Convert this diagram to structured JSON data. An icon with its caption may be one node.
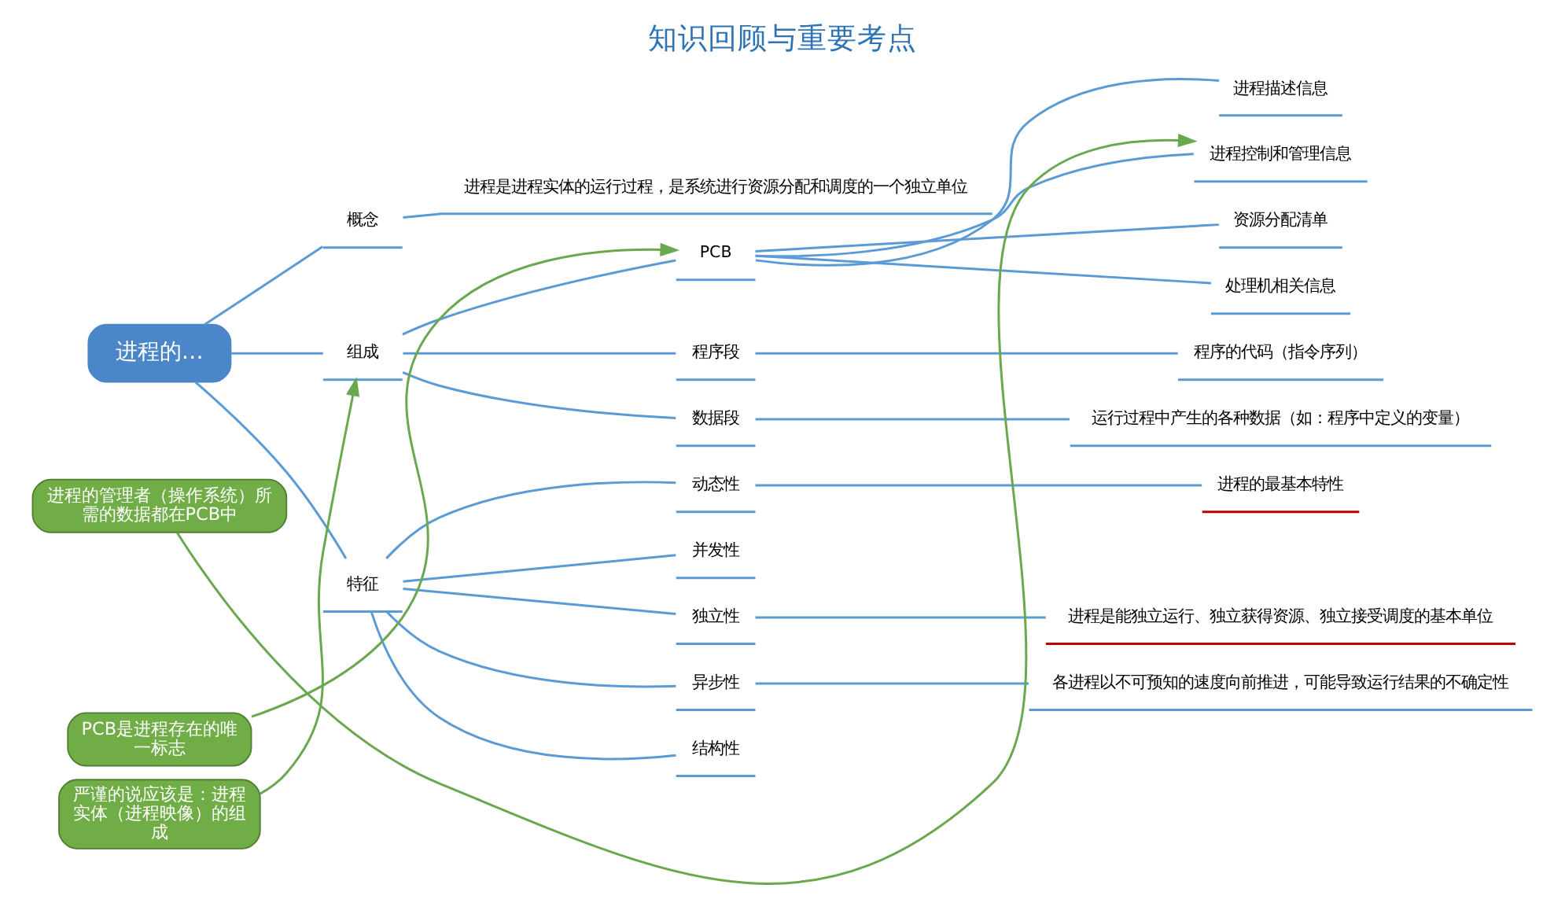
{
  "diagram": {
    "title": "知识回顾与重要考点",
    "nodes": [
      {
        "text": [
          "进程的…"
        ]
      },
      {
        "text": [
          "概念"
        ]
      },
      {
        "text": [
          "进程是进程实体的运行过程，是系统进行资源分配和调度的一个独立单位"
        ]
      },
      {
        "text": [
          "组成"
        ]
      },
      {
        "text": [
          "PCB"
        ]
      },
      {
        "text": [
          "进程描述信息"
        ]
      },
      {
        "text": [
          "进程控制和管理信息"
        ]
      },
      {
        "text": [
          "资源分配清单"
        ]
      },
      {
        "text": [
          "处理机相关信息"
        ]
      },
      {
        "text": [
          "程序段"
        ]
      },
      {
        "text": [
          "程序的代码（指令序列）"
        ]
      },
      {
        "text": [
          "数据段"
        ]
      },
      {
        "text": [
          "运行过程中产生的各种数据（如：程序中定义的变量）"
        ]
      },
      {
        "text": [
          "特征"
        ]
      },
      {
        "text": [
          "动态性"
        ]
      },
      {
        "text": [
          "进程的最基本特性"
        ]
      },
      {
        "text": [
          "并发性"
        ]
      },
      {
        "text": [
          "独立性"
        ]
      },
      {
        "text": [
          "进程是能独立运行、独立获得资源、独立接受调度的基本单位"
        ]
      },
      {
        "text": [
          "异步性"
        ]
      },
      {
        "text": [
          "各进程以不可预知的速度向前推进，可能导致运行结果的不确定性"
        ]
      },
      {
        "text": [
          "结构性"
        ]
      },
      {
        "text": [
          "PCB是进程存在的唯一标志"
        ]
      },
      {
        "text": [
          "严谨的说应该是：进程实体（进程映像）的组成"
        ]
      },
      {
        "text": [
          "进程的管理者（操作系统）所需的数据都在PCB中"
        ]
      }
    ],
    "edges": [
      {
        "from": 0,
        "to": 1,
        "arrow": "none"
      },
      {
        "from": 1,
        "to": 2,
        "arrow": "none"
      },
      {
        "from": 0,
        "to": 3,
        "arrow": "none"
      },
      {
        "from": 3,
        "to": 4,
        "arrow": "none"
      },
      {
        "from": 4,
        "to": 5,
        "arrow": "none"
      },
      {
        "from": 4,
        "to": 6,
        "arrow": "none"
      },
      {
        "from": 4,
        "to": 7,
        "arrow": "none"
      },
      {
        "from": 4,
        "to": 8,
        "arrow": "none"
      },
      {
        "from": 3,
        "to": 9,
        "arrow": "none"
      },
      {
        "from": 9,
        "to": 10,
        "arrow": "none"
      },
      {
        "from": 3,
        "to": 11,
        "arrow": "none"
      },
      {
        "from": 11,
        "to": 12,
        "arrow": "none"
      },
      {
        "from": 0,
        "to": 13,
        "arrow": "none"
      },
      {
        "from": 13,
        "to": 14,
        "arrow": "none"
      },
      {
        "from": 14,
        "to": 15,
        "arrow": "none"
      },
      {
        "from": 13,
        "to": 16,
        "arrow": "none"
      },
      {
        "from": 13,
        "to": 17,
        "arrow": "none"
      },
      {
        "from": 17,
        "to": 18,
        "arrow": "none"
      },
      {
        "from": 13,
        "to": 19,
        "arrow": "none"
      },
      {
        "from": 19,
        "to": 20,
        "arrow": "none"
      },
      {
        "from": 13,
        "to": 21,
        "arrow": "none"
      },
      {
        "from": 22,
        "to": 4,
        "arrow": "to",
        "color": "#6aa84f"
      },
      {
        "from": 23,
        "to": 3,
        "arrow": "to",
        "color": "#6aa84f"
      },
      {
        "from": 24,
        "to": 6,
        "arrow": "to",
        "color": "#6aa84f"
      }
    ]
  }
}
